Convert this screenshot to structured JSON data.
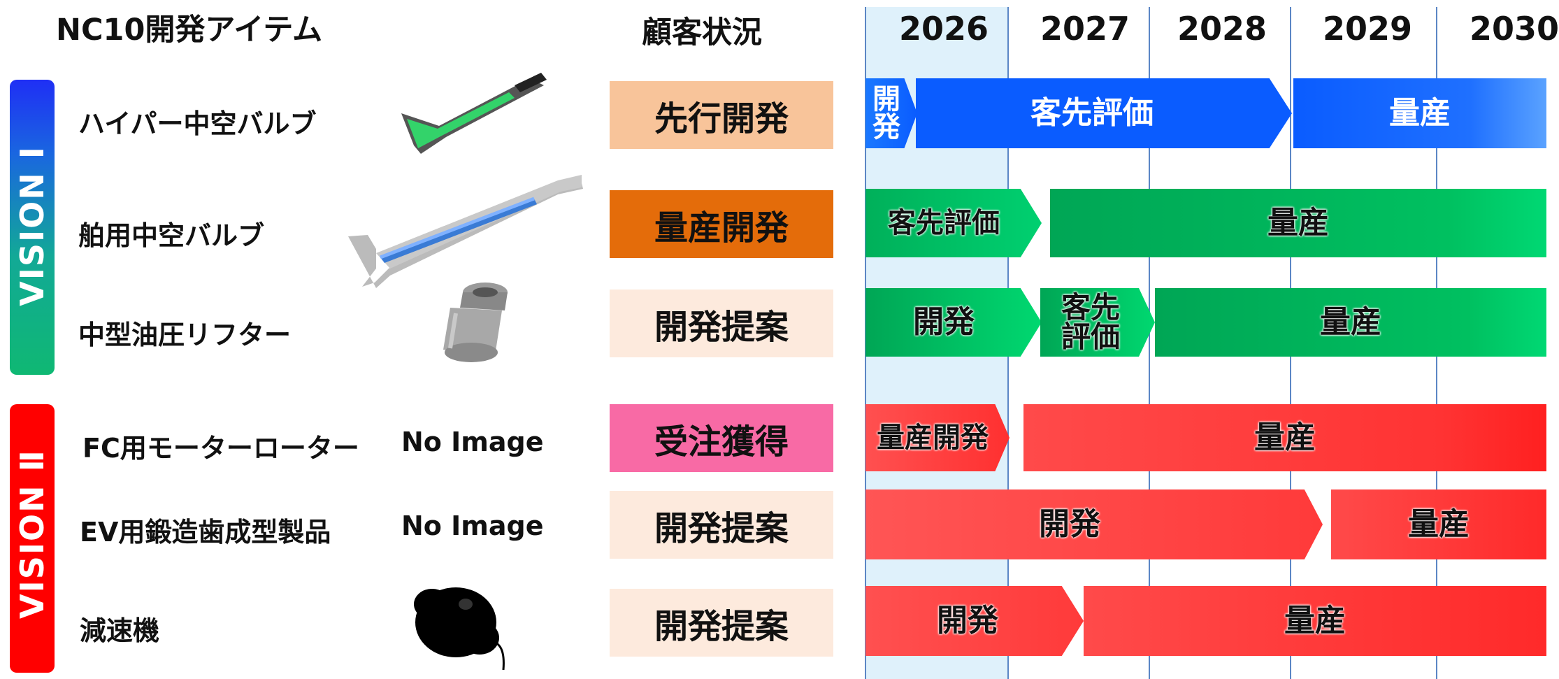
{
  "headers": {
    "items_title": "NC10開発アイテム",
    "status_title": "顧客状況"
  },
  "years": [
    "2026",
    "2027",
    "2028",
    "2029",
    "2030"
  ],
  "visions": [
    {
      "label": "VISION Ⅰ",
      "color_top": "#1f2ff5",
      "color_bottom": "#0fb873"
    },
    {
      "label": "VISION Ⅱ",
      "color": "#ff0000"
    }
  ],
  "items": [
    {
      "name": "ハイパー中空バルブ",
      "image": "hollow-valve-image",
      "status": "先行開発",
      "status_color": "#f8c49a",
      "segments": [
        "開発",
        "客先評価",
        "量産"
      ]
    },
    {
      "name": "舶用中空バルブ",
      "image": "marine-valve-image",
      "status": "量産開発",
      "status_color": "#e46c0a",
      "segments": [
        "客先評価",
        "量産"
      ]
    },
    {
      "name": "中型油圧リフター",
      "image": "lifter-image",
      "status": "開発提案",
      "status_color": "#fdeadd",
      "segments": [
        "開発",
        "客先評価",
        "量産"
      ]
    },
    {
      "name": "FC用モーターローター",
      "image_text": "No Image",
      "status": "受注獲得",
      "status_color": "#f86aa5",
      "segments": [
        "量産開発",
        "量産"
      ]
    },
    {
      "name": "EV用鍛造歯成型製品",
      "image_text": "No Image",
      "status": "開発提案",
      "status_color": "#fdeadd",
      "segments": [
        "開発",
        "量産"
      ]
    },
    {
      "name": "減速機",
      "image": "reducer-image",
      "status": "開発提案",
      "status_color": "#fdeadd",
      "segments": [
        "開発",
        "量産"
      ]
    }
  ],
  "colors": {
    "blue": "#0066ff",
    "green": "#00c060",
    "red": "#ff3a3a",
    "highlight": "#dff1fb",
    "gridline": "#5b86c5"
  }
}
